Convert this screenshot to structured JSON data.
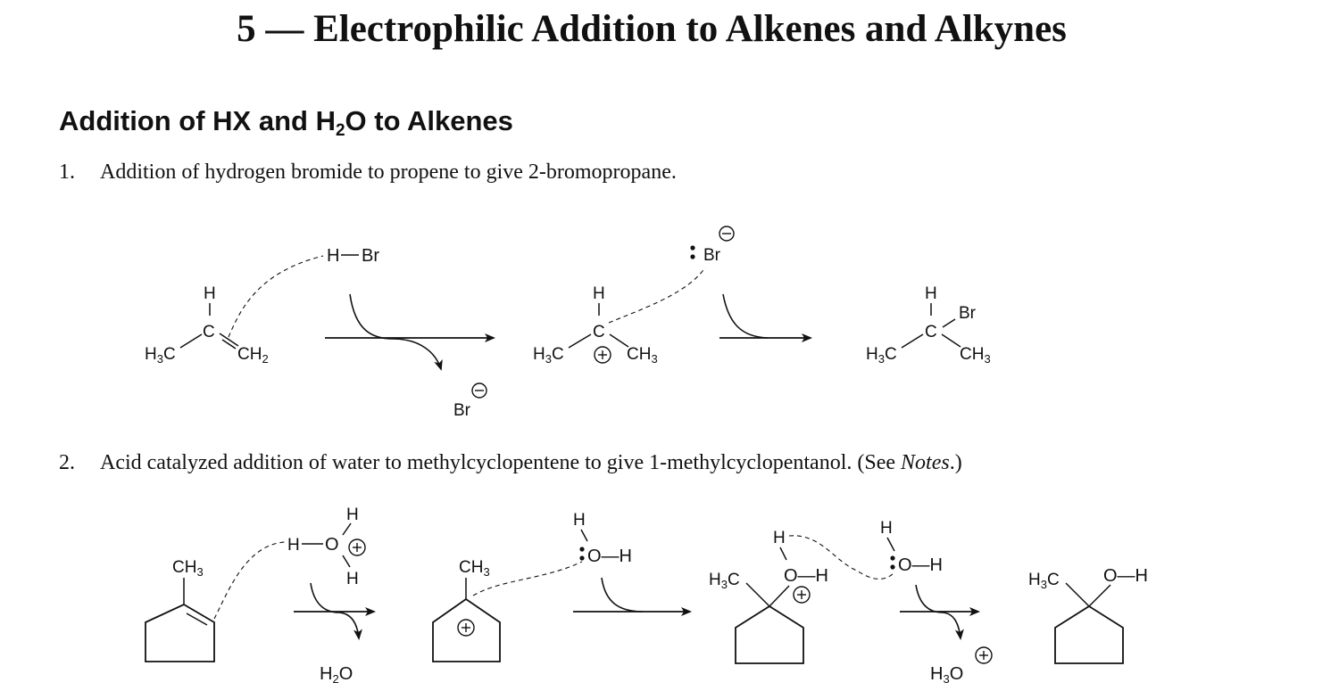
{
  "page": {
    "title": "5 — Electrophilic Addition to Alkenes and Alkynes"
  },
  "section": {
    "heading_main": "Addition of HX and H",
    "heading_sub": "2",
    "heading_end": "O to Alkenes"
  },
  "items": [
    {
      "number": "1.",
      "text_before": "Addition of hydrogen bromide to propene to give 2-bromopropane.",
      "italic": "",
      "text_after": ""
    },
    {
      "number": "2.",
      "text_before": "Acid catalyzed addition of water to methylcyclopentene to give 1-methylcyclopentanol. (See ",
      "italic": "Notes",
      "text_after": ".)"
    }
  ],
  "scheme1": {
    "propene": {
      "H": "H",
      "C": "C",
      "H3C_main": "H",
      "H3C_sub": "3",
      "H3C_end": "C",
      "CH2_main": "CH",
      "CH2_sub": "2"
    },
    "hbr": {
      "H": "H",
      "Br": "Br"
    },
    "byproduct": {
      "Br": "Br"
    },
    "cation": {
      "H": "H",
      "C": "C",
      "H3C_main": "H",
      "H3C_sub": "3",
      "H3C_end": "C",
      "CH3_main": "CH",
      "CH3_sub": "3"
    },
    "bromide": {
      "Br": "Br"
    },
    "product": {
      "H": "H",
      "C": "C",
      "Br": "Br",
      "H3C_main": "H",
      "H3C_sub": "3",
      "H3C_end": "C",
      "CH3_main": "CH",
      "CH3_sub": "3"
    }
  },
  "scheme2": {
    "alkene": {
      "CH3_main": "CH",
      "CH3_sub": "3"
    },
    "hydronium": {
      "H_top": "H",
      "H_left": "H",
      "O": "O",
      "H_bottom": "H"
    },
    "water_byproduct": {
      "main": "H",
      "sub": "2",
      "end": "O"
    },
    "cation": {
      "CH3_main": "CH",
      "CH3_sub": "3"
    },
    "water_attack": {
      "H": "H",
      "OH": "O—H"
    },
    "oxonium": {
      "H3C_main": "H",
      "H3C_sub": "3",
      "H3C_end": "C",
      "H": "H",
      "OH": "O—H"
    },
    "water_base": {
      "H": "H",
      "OH": "O—H"
    },
    "h3o_byproduct": {
      "main": "H",
      "sub": "3",
      "end": "O"
    },
    "product": {
      "H3C_main": "H",
      "H3C_sub": "3",
      "H3C_end": "C",
      "OH": "O—H"
    }
  }
}
